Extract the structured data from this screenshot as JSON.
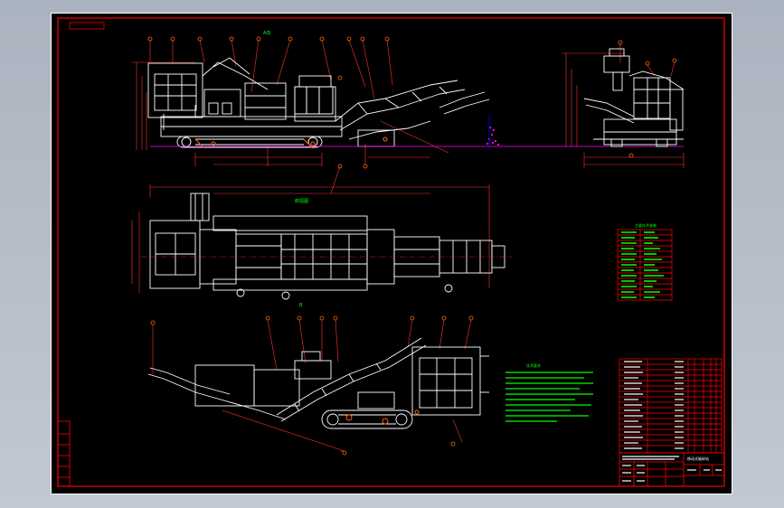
{
  "drawing": {
    "top_view_label": "俯视图",
    "front_view_label": "A向",
    "bottom_view_label": "B",
    "spec_table_title": "主要技术参数",
    "notes_title": "技术要求",
    "title_block_name": "移动式破碎站"
  },
  "colors": {
    "background": "#000000",
    "frame": "#ff0000",
    "machine": "#ffffff",
    "dimension": "#ff3333",
    "annotation": "#00ff00",
    "centerline": "#ff00ff",
    "balloon": "#ff6600",
    "accent": "#0000ff"
  }
}
